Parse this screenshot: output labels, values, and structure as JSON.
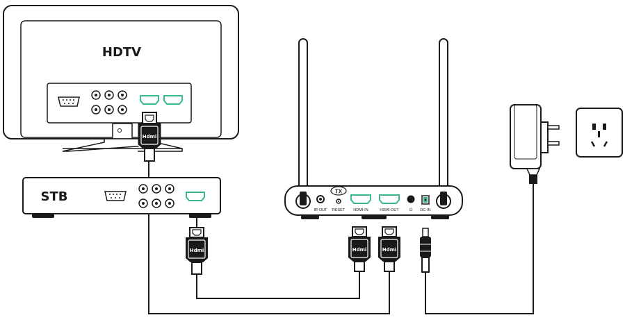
{
  "tv": {
    "label": "HDTV"
  },
  "stb": {
    "label": "STB"
  },
  "transmitter": {
    "badge": "TX",
    "ports": {
      "ir_out": "IR-OUT",
      "reset": "RESET",
      "hdmi_in": "HDMI-IN",
      "hdmi_out": "HDMI-OUT",
      "power": "⏻",
      "dc_in": "DC-IN"
    }
  },
  "plug_text": "Hdmi",
  "colors": {
    "line": "#1a1a1a",
    "hdmi_port": "#3bb88f",
    "fill": "#ffffff"
  }
}
